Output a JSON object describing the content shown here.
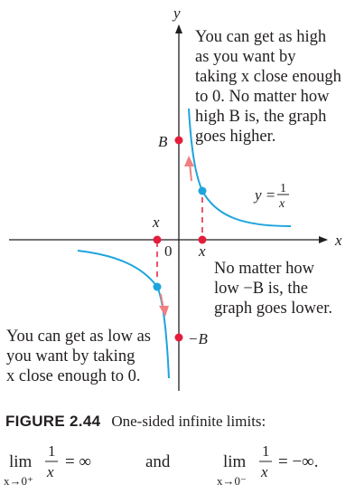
{
  "axes": {
    "x_label": "x",
    "y_label": "y"
  },
  "point_labels": {
    "B": "B",
    "neg_B": "−B",
    "x_right": "x",
    "x_left": "x",
    "origin": "0"
  },
  "function_label": {
    "lhs": "y =",
    "num": "1",
    "den": "x"
  },
  "notes": {
    "top": [
      "You can get as high",
      "as you want by",
      "taking x close enough",
      "to 0. No matter how",
      "high B is, the graph",
      "goes higher."
    ],
    "right": [
      "No matter how",
      "low −B is, the",
      "graph goes lower."
    ],
    "left": [
      "You can get as low as",
      "you want by taking",
      "x close enough to 0."
    ]
  },
  "caption": {
    "figure_number": "FIGURE 2.44",
    "title": "One-sided infinite limits:"
  },
  "formula": {
    "left": {
      "op": "lim",
      "sub": "x→0⁺",
      "num": "1",
      "den": "x",
      "rhs": "= ∞"
    },
    "connector": "and",
    "right": {
      "op": "lim",
      "sub": "x→0⁻",
      "num": "1",
      "den": "x",
      "rhs": "= −∞."
    }
  },
  "colors": {
    "curve": "#1ea4dc",
    "point": "#e31e3c",
    "arrow": "#f08080",
    "axis": "#231f20"
  }
}
